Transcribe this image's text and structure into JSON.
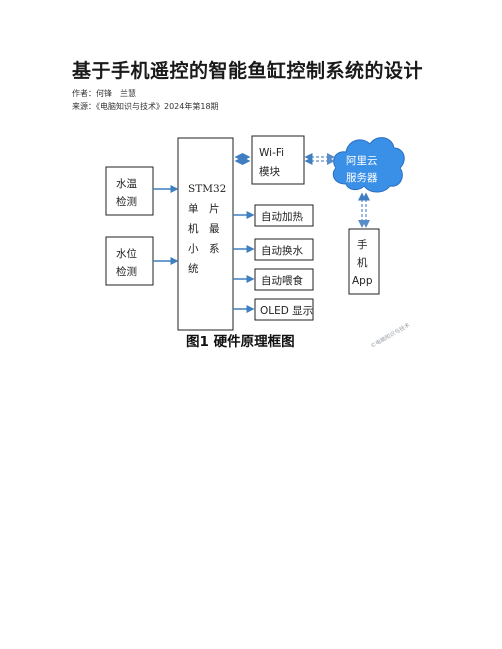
{
  "document": {
    "title": "基于手机遥控的智能鱼缸控制系统的设计",
    "authors": "作者：何锋　兰慧",
    "source": "来源：《电脑知识与技术》2024年第18期"
  },
  "figure": {
    "blocks": {
      "temp": [
        "水温",
        "检测"
      ],
      "level": [
        "水位",
        "检测"
      ],
      "mcu": [
        "STM32",
        "单　片",
        "机　最",
        "小　系",
        "统"
      ],
      "wifi": [
        "Wi-Fi",
        "模块"
      ],
      "cloud": [
        "阿里云",
        "服务器"
      ],
      "phone": [
        "手",
        "机",
        "App"
      ],
      "heat": "自动加热",
      "water": "自动换水",
      "feed": "自动喂食",
      "oled": "OLED 显示"
    },
    "caption": "图1  硬件原理框图",
    "watermark": "©电脑知识与技术",
    "colors": {
      "arrow": "#3f7fc1",
      "box_border": "#222222",
      "cloud": "#3a8fe6"
    }
  }
}
